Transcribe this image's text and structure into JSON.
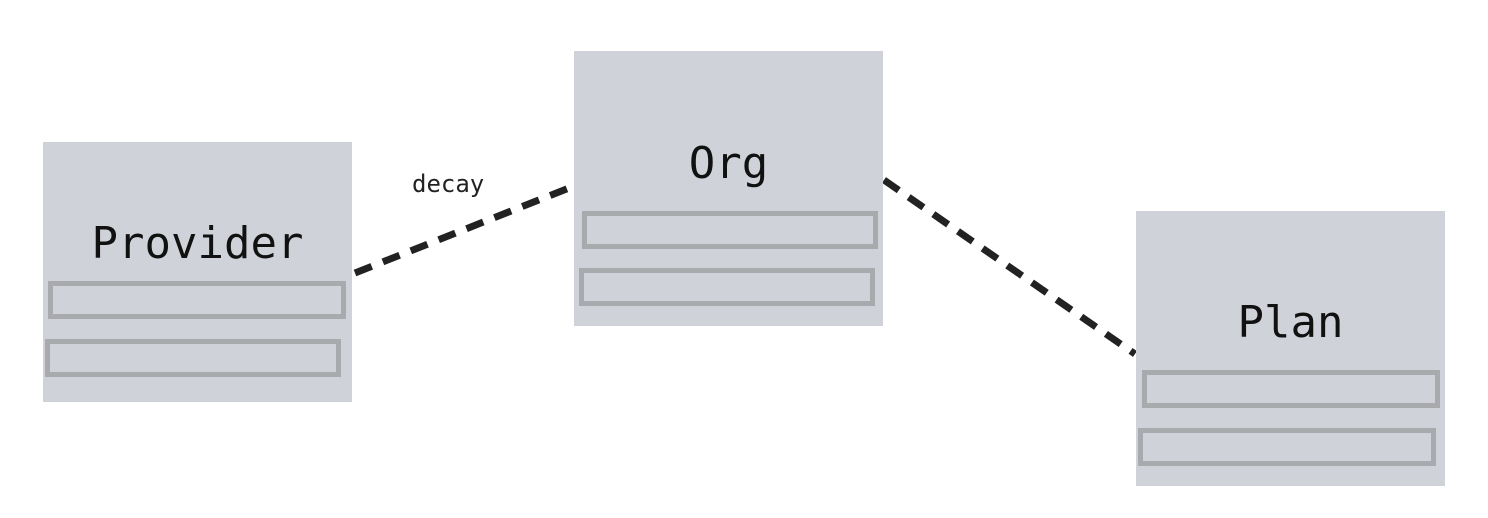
{
  "diagram": {
    "nodes": [
      {
        "id": "provider",
        "title": "Provider"
      },
      {
        "id": "org",
        "title": "Org"
      },
      {
        "id": "plan",
        "title": "Plan"
      }
    ],
    "edges": [
      {
        "from": "provider",
        "to": "org",
        "label": "decay",
        "style": "dashed"
      },
      {
        "from": "org",
        "to": "plan",
        "label": "",
        "style": "dashed"
      }
    ]
  },
  "colors": {
    "node_fill": "#d0d2da",
    "field_border": "#a9aaae",
    "edge": "#222222",
    "text": "#111111"
  }
}
